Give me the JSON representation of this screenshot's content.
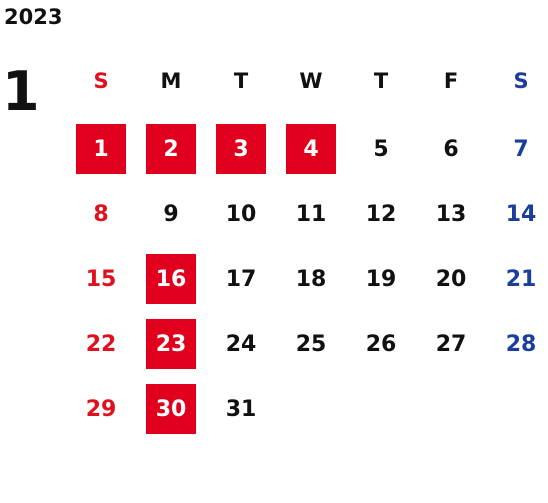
{
  "calendar": {
    "year": "2023",
    "month": "1",
    "weekdays": [
      "S",
      "M",
      "T",
      "W",
      "T",
      "F",
      "S"
    ],
    "weeks": [
      [
        "",
        "",
        "",
        "",
        "",
        "",
        ""
      ],
      [
        "1",
        "2",
        "3",
        "4",
        "5",
        "6",
        "7"
      ],
      [
        "8",
        "9",
        "10",
        "11",
        "12",
        "13",
        "14"
      ],
      [
        "15",
        "16",
        "17",
        "18",
        "19",
        "20",
        "21"
      ],
      [
        "22",
        "23",
        "24",
        "25",
        "26",
        "27",
        "28"
      ],
      [
        "29",
        "30",
        "31",
        "",
        "",
        "",
        ""
      ]
    ],
    "holidays": [
      "1",
      "2",
      "3",
      "4",
      "16",
      "23",
      "30"
    ],
    "colors": {
      "sunday": "#e0101f",
      "saturday": "#1b3e9a",
      "weekday": "#111111",
      "holiday_bg": "#e0001e",
      "holiday_text": "#ffffff"
    }
  }
}
